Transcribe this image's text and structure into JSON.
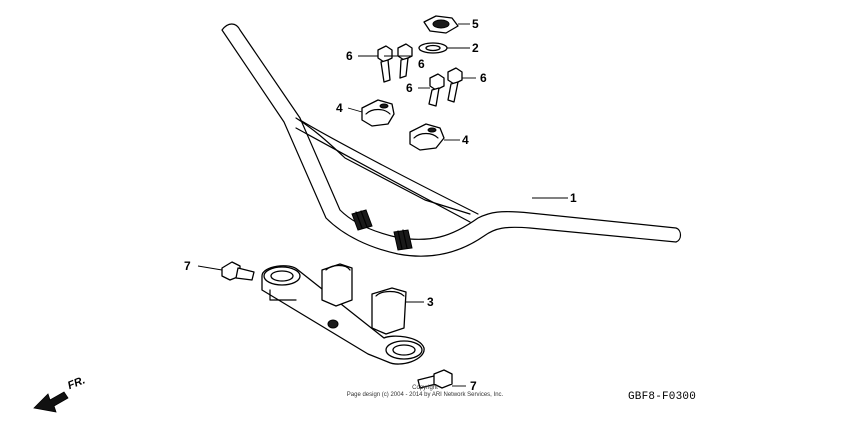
{
  "diagram": {
    "callouts": {
      "handlebar": "1",
      "washer": "2",
      "lower_bracket": "3",
      "upper_holder_a": "4",
      "upper_holder_b": "4",
      "nut": "5",
      "bolt_a": "6",
      "bolt_b": "6",
      "bolt_c": "6",
      "bolt_d": "6",
      "flange_bolt_left": "7",
      "flange_bolt_bottom": "7"
    },
    "front_indicator": "FR.",
    "copyright_line1": "Copyright",
    "copyright_line2": "Page design (c) 2004 - 2014 by ARI Network Services, Inc.",
    "diagram_code": "GBF8-F0300"
  }
}
